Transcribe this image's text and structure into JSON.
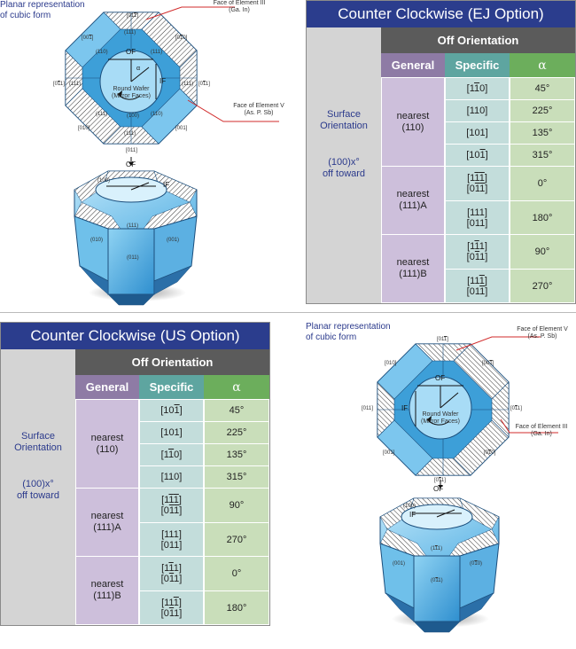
{
  "colors": {
    "title_bg": "#2b3d8d",
    "off_orientation_bg": "#5b5b5b",
    "general_header": "#8e7ba5",
    "specific_header": "#5ea5a0",
    "alpha_header": "#6cae5c",
    "general_cell": "#cdbfdb",
    "specific_cell": "#c3dddb",
    "alpha_cell": "#c9deba",
    "side_bg": "#d4d4d4",
    "caption_text": "#2b3a8c",
    "crystal_face": "#4fb0e0",
    "callout_line": "#d12b2b"
  },
  "top_diagram": {
    "caption_line1": "Planar representation",
    "caption_line2": "of cubic form",
    "callout_upper_line1": "Face of Element III",
    "callout_upper_line2": "(Ga. In)",
    "callout_lower_line1": "Face of Element V",
    "callout_lower_line2": "(As. P. Sb)",
    "center_line1": "Round Wafer",
    "center_line2": "(Mirror Faces)",
    "of": "OF",
    "if": "IF",
    "alpha": "α",
    "labels": {
      "top": "[01",
      "top_bar": "1",
      "top_close": "]",
      "upper_left": "[00",
      "upper_left_bar": "1",
      "upper_left_close": "]",
      "upper_right": "[0",
      "upper_right_bar": "1",
      "upper_right_rest": "0]",
      "left": "[0",
      "left_bar": "1",
      "left_rest": "1]",
      "right": "[0",
      "right_bar": "1",
      "right_rest": "1]",
      "lower_left": "[010]",
      "lower_right": "[001]",
      "bottom": "[011]",
      "face_100": "(100)",
      "face_110": "(110)",
      "face_111": "(111)"
    },
    "solid_faces": {
      "f010": "(010)",
      "f001": "(001)",
      "f011": "(011)",
      "f111": "(111)",
      "f100": "(100)"
    }
  },
  "bottom_diagram": {
    "caption_line1": "Planar representation",
    "caption_line2": "of cubic form",
    "callout_upper_line1": "Face of Element V",
    "callout_upper_line2": "(As. P. Sb)",
    "callout_lower_line1": "Face of Element III",
    "callout_lower_line2": "(Ga. In)",
    "center_line1": "Round Wafer",
    "center_line2": "(Mirror Faces)",
    "of": "OF",
    "if": "IF",
    "labels": {
      "top": "[01",
      "top_bar": "1",
      "top_close": "]",
      "upper_left": "[010]",
      "upper_right": "[00",
      "upper_right_bar": "1",
      "upper_right_close": "]",
      "left": "[011]",
      "right": "[0",
      "right_bar": "1",
      "right_rest": "1]",
      "lower_left": "[001]",
      "lower_right": "[0",
      "lower_right_bar": "1",
      "lower_right_rest": "0]",
      "bottom": "[0",
      "bottom_bar": "1",
      "bottom_rest": "1]"
    },
    "solid_faces": {
      "f001": "(001)",
      "f010": "(0",
      "f010_bar": "1",
      "f010_rest": "0)",
      "f011": "(0",
      "f011_bar": "1",
      "f011_rest": "1)",
      "f111": "(1",
      "f111_bar": "1",
      "f111_rest": "1)",
      "f100": "(100)"
    }
  },
  "ej_table": {
    "title": "Counter Clockwise (EJ Option)",
    "off_orientation": "Off Orientation",
    "col_general": "General",
    "col_specific": "Specific",
    "col_alpha": "α",
    "side_line1": "Surface",
    "side_line2": "Orientation",
    "side_line3": "(100)x°",
    "side_line4": "off toward",
    "groups": [
      {
        "line1": "nearest",
        "line2": "(110)"
      },
      {
        "line1": "nearest",
        "line2": "(111)A"
      },
      {
        "line1": "nearest",
        "line2": "(111)B"
      }
    ],
    "rows": [
      {
        "alpha": "45°"
      },
      {
        "alpha": "225°"
      },
      {
        "alpha": "135°"
      },
      {
        "alpha": "315°"
      },
      {
        "alpha": "0°"
      },
      {
        "alpha": "180°"
      },
      {
        "alpha": "90°"
      },
      {
        "alpha": "270°"
      }
    ]
  },
  "us_table": {
    "title": "Counter Clockwise (US Option)",
    "off_orientation": "Off Orientation",
    "col_general": "General",
    "col_specific": "Specific",
    "col_alpha": "α",
    "side_line1": "Surface",
    "side_line2": "Orientation",
    "side_line3": "(100)x°",
    "side_line4": "off toward",
    "groups": [
      {
        "line1": "nearest",
        "line2": "(110)"
      },
      {
        "line1": "nearest",
        "line2": "(111)A"
      },
      {
        "line1": "nearest",
        "line2": "(111)B"
      }
    ],
    "rows": [
      {
        "alpha": "45°"
      },
      {
        "alpha": "225°"
      },
      {
        "alpha": "135°"
      },
      {
        "alpha": "315°"
      },
      {
        "alpha": "90°"
      },
      {
        "alpha": "270°"
      },
      {
        "alpha": "0°"
      },
      {
        "alpha": "180°"
      }
    ]
  }
}
